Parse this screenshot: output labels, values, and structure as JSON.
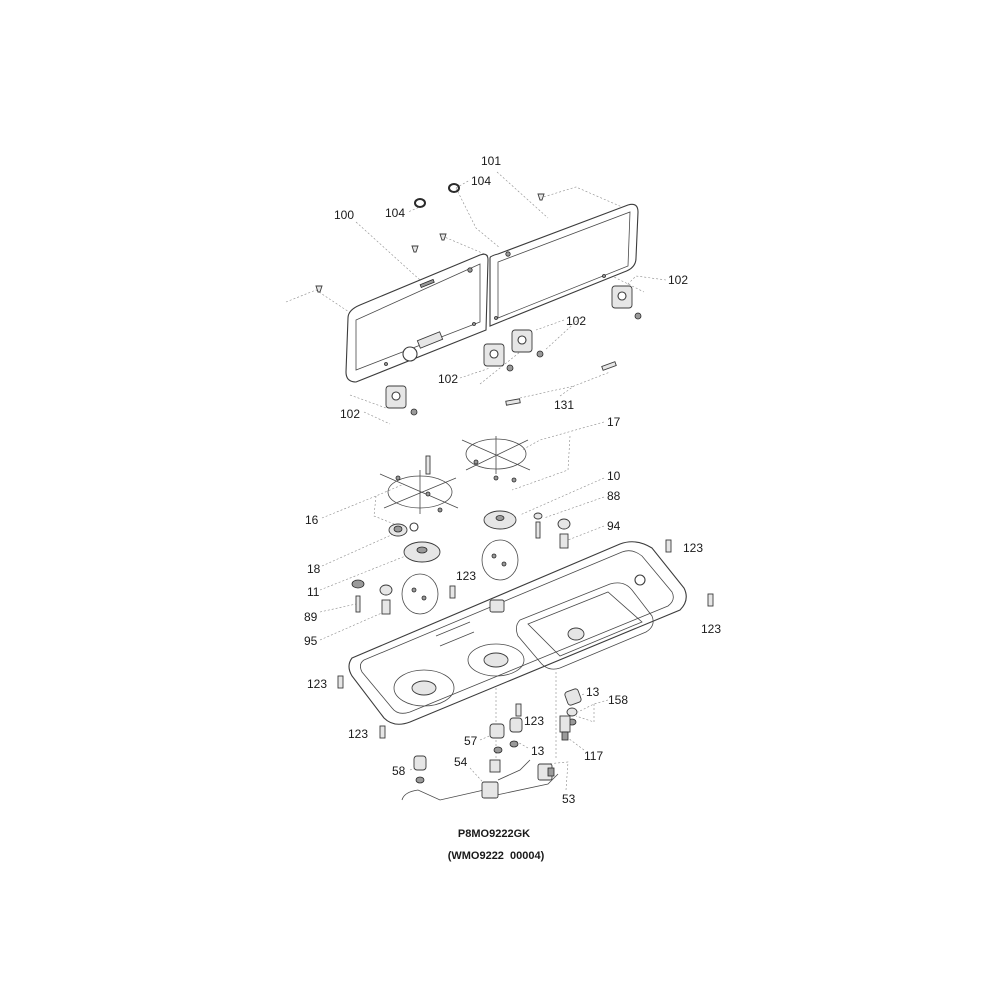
{
  "diagram": {
    "model_code": "P8MO9222GK",
    "drawing_code": "(WMO9222  00004)",
    "callouts": {
      "c101": "101",
      "c104a": "104",
      "c104b": "104",
      "c100": "100",
      "c102a": "102",
      "c102b": "102",
      "c102c": "102",
      "c102d": "102",
      "c131": "131",
      "c17": "17",
      "c16": "16",
      "c10": "10",
      "c88": "88",
      "c94": "94",
      "c123a": "123",
      "c18": "18",
      "c11": "11",
      "c123b": "123",
      "c89": "89",
      "c95": "95",
      "c123c": "123",
      "c123d": "123",
      "c13a": "13",
      "c158": "158",
      "c123e": "123",
      "c123f": "123",
      "c57": "57",
      "c13b": "13",
      "c117": "117",
      "c58": "58",
      "c54": "54",
      "c53": "53"
    }
  }
}
